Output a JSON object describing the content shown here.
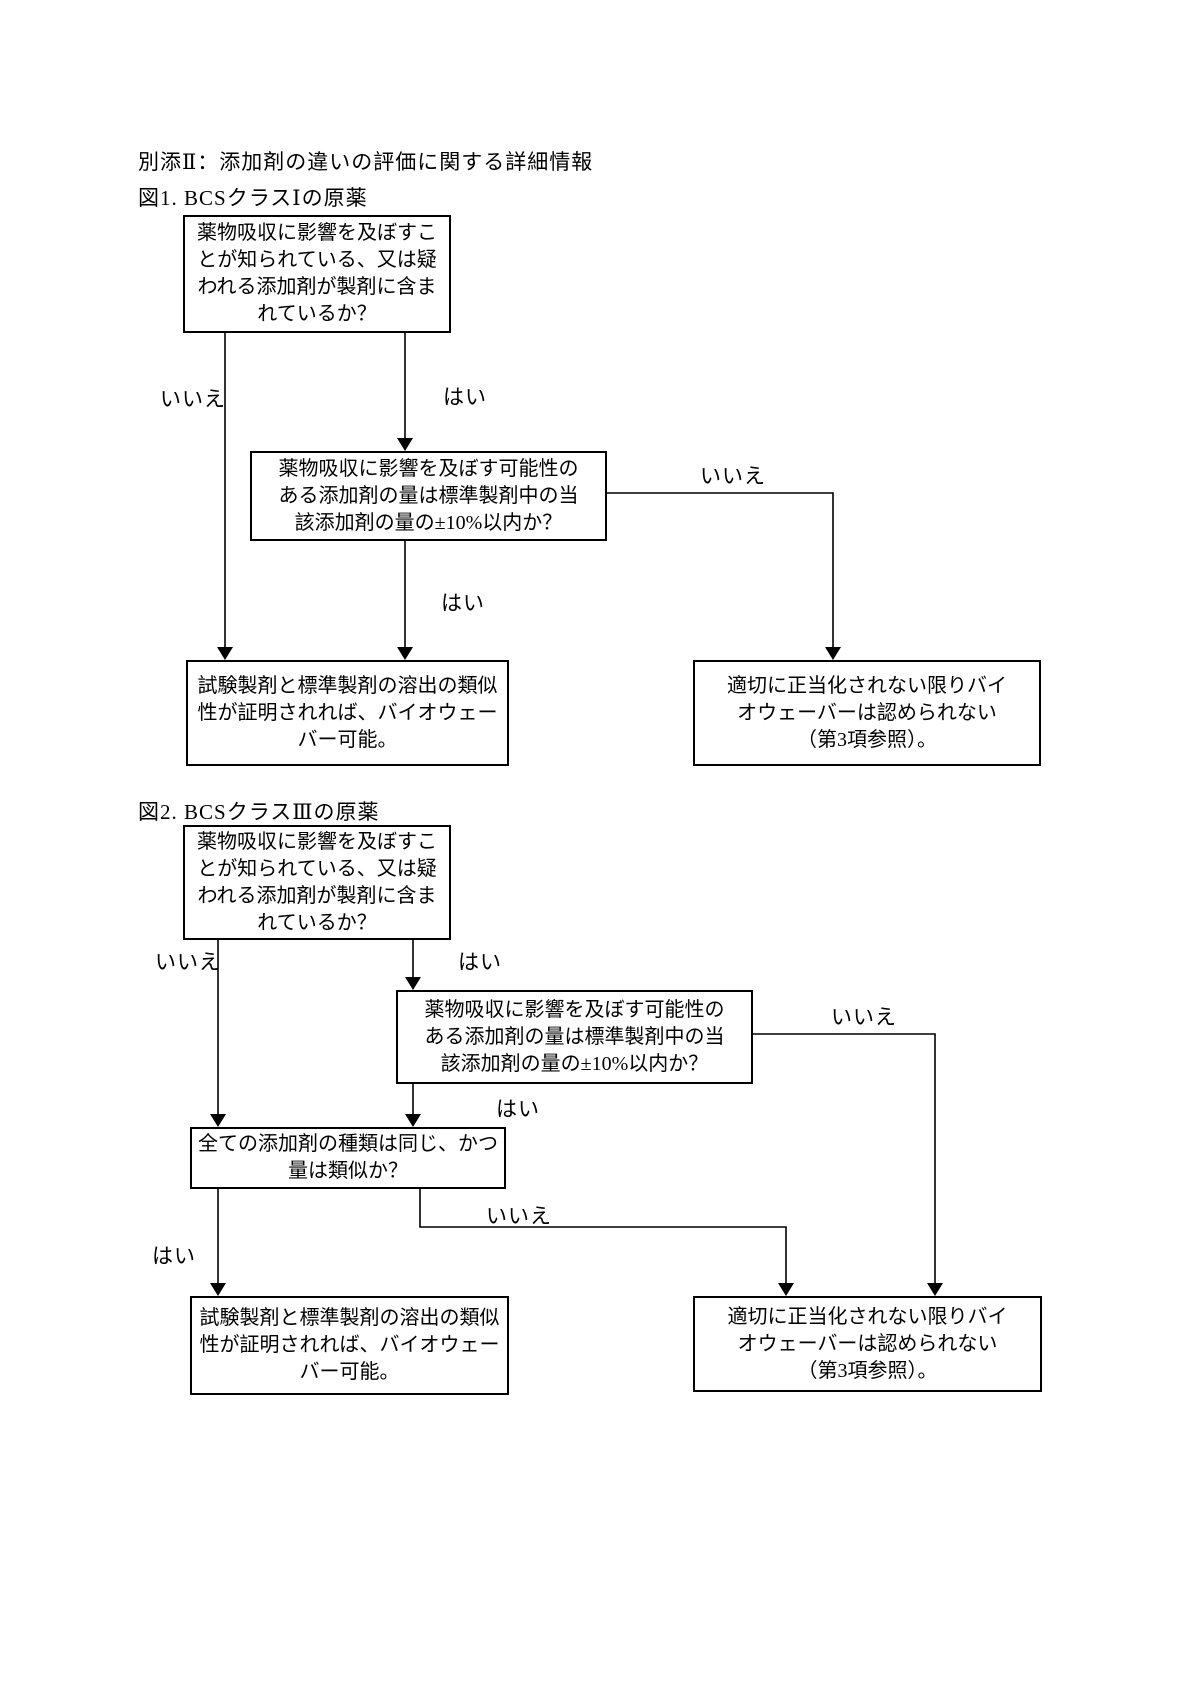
{
  "page": {
    "title": "別添Ⅱ：添加剤の違いの評価に関する詳細情報"
  },
  "labels": {
    "yes": "はい",
    "no": "いいえ"
  },
  "figure1": {
    "caption": "図1. BCSクラスⅠの原薬",
    "box1": {
      "lines": [
        "薬物吸収に影響を及ぼすこ",
        "とが知られている、又は疑",
        "われる添加剤が製剤に含ま",
        "れているか？"
      ]
    },
    "box2": {
      "lines": [
        "薬物吸収に影響を及ぼす可能性の",
        "ある添加剤の量は標準製剤中の当",
        "該添加剤の量の±10%以内か？"
      ]
    },
    "result_ok": {
      "lines": [
        "試験製剤と標準製剤の溶出の類似",
        "性が証明されれば、バイオウェー",
        "バー可能。"
      ]
    },
    "result_ng": {
      "lines": [
        "適切に正当化されない限りバイ",
        "オウェーバーは認められない",
        "（第3項参照）。"
      ]
    }
  },
  "figure2": {
    "caption": "図2. BCSクラスⅢの原薬",
    "box1": {
      "lines": [
        "薬物吸収に影響を及ぼすこ",
        "とが知られている、又は疑",
        "われる添加剤が製剤に含ま",
        "れているか？"
      ]
    },
    "box2": {
      "lines": [
        "薬物吸収に影響を及ぼす可能性の",
        "ある添加剤の量は標準製剤中の当",
        "該添加剤の量の±10%以内か？"
      ]
    },
    "box3": {
      "lines": [
        "全ての添加剤の種類は同じ、かつ",
        "量は類似か？"
      ]
    },
    "result_ok": {
      "lines": [
        "試験製剤と標準製剤の溶出の類似",
        "性が証明されれば、バイオウェー",
        "バー可能。"
      ]
    },
    "result_ng": {
      "lines": [
        "適切に正当化されない限りバイ",
        "オウェーバーは認められない",
        "（第3項参照）。"
      ]
    }
  }
}
